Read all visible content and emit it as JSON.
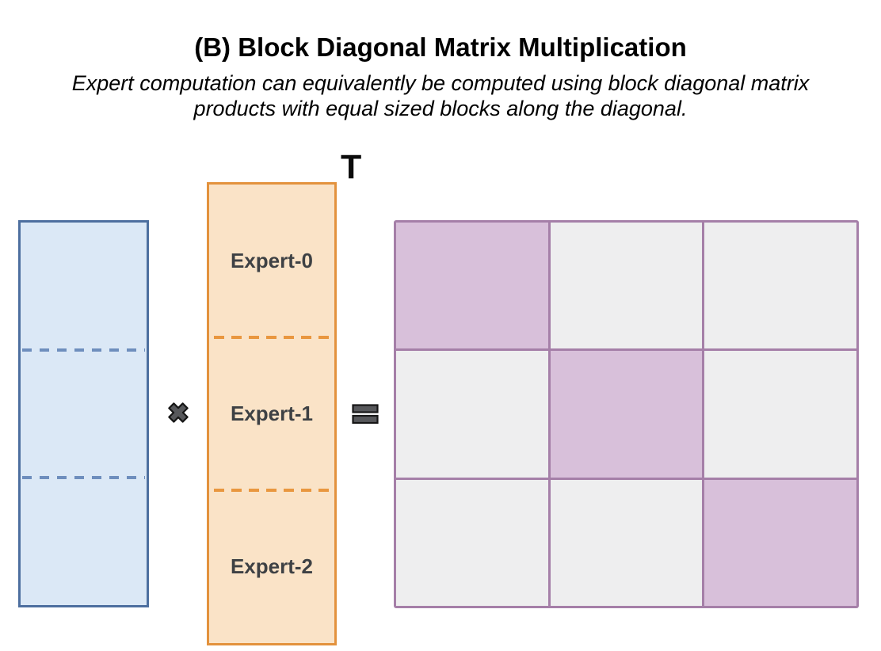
{
  "header": {
    "title": "(B) Block Diagonal Matrix Multiplication",
    "subtitle_lines": [
      "Expert computation can equivalently be computed using block diagonal matrix",
      "products with equal sized blocks along the diagonal."
    ]
  },
  "input_matrix": {
    "blocks": 3,
    "fill": "#dbe8f6",
    "border": "#4d6f9f",
    "divider_style": "dashed"
  },
  "operators": {
    "multiply_icon": "✖",
    "equals_icon": "="
  },
  "expert_matrix": {
    "labels": [
      "Expert-0",
      "Expert-1",
      "Expert-2"
    ],
    "transpose_label": "T",
    "fill": "#fae3c7",
    "border": "#e3923d",
    "divider_style": "dashed"
  },
  "output_matrix": {
    "rows": 3,
    "cols": 3,
    "diagonal_cells": [
      [
        0,
        0
      ],
      [
        1,
        1
      ],
      [
        2,
        2
      ]
    ],
    "diagonal_fill": "#d8c0da",
    "off_diagonal_fill": "#eeeeef",
    "border": "#a57fa8"
  }
}
